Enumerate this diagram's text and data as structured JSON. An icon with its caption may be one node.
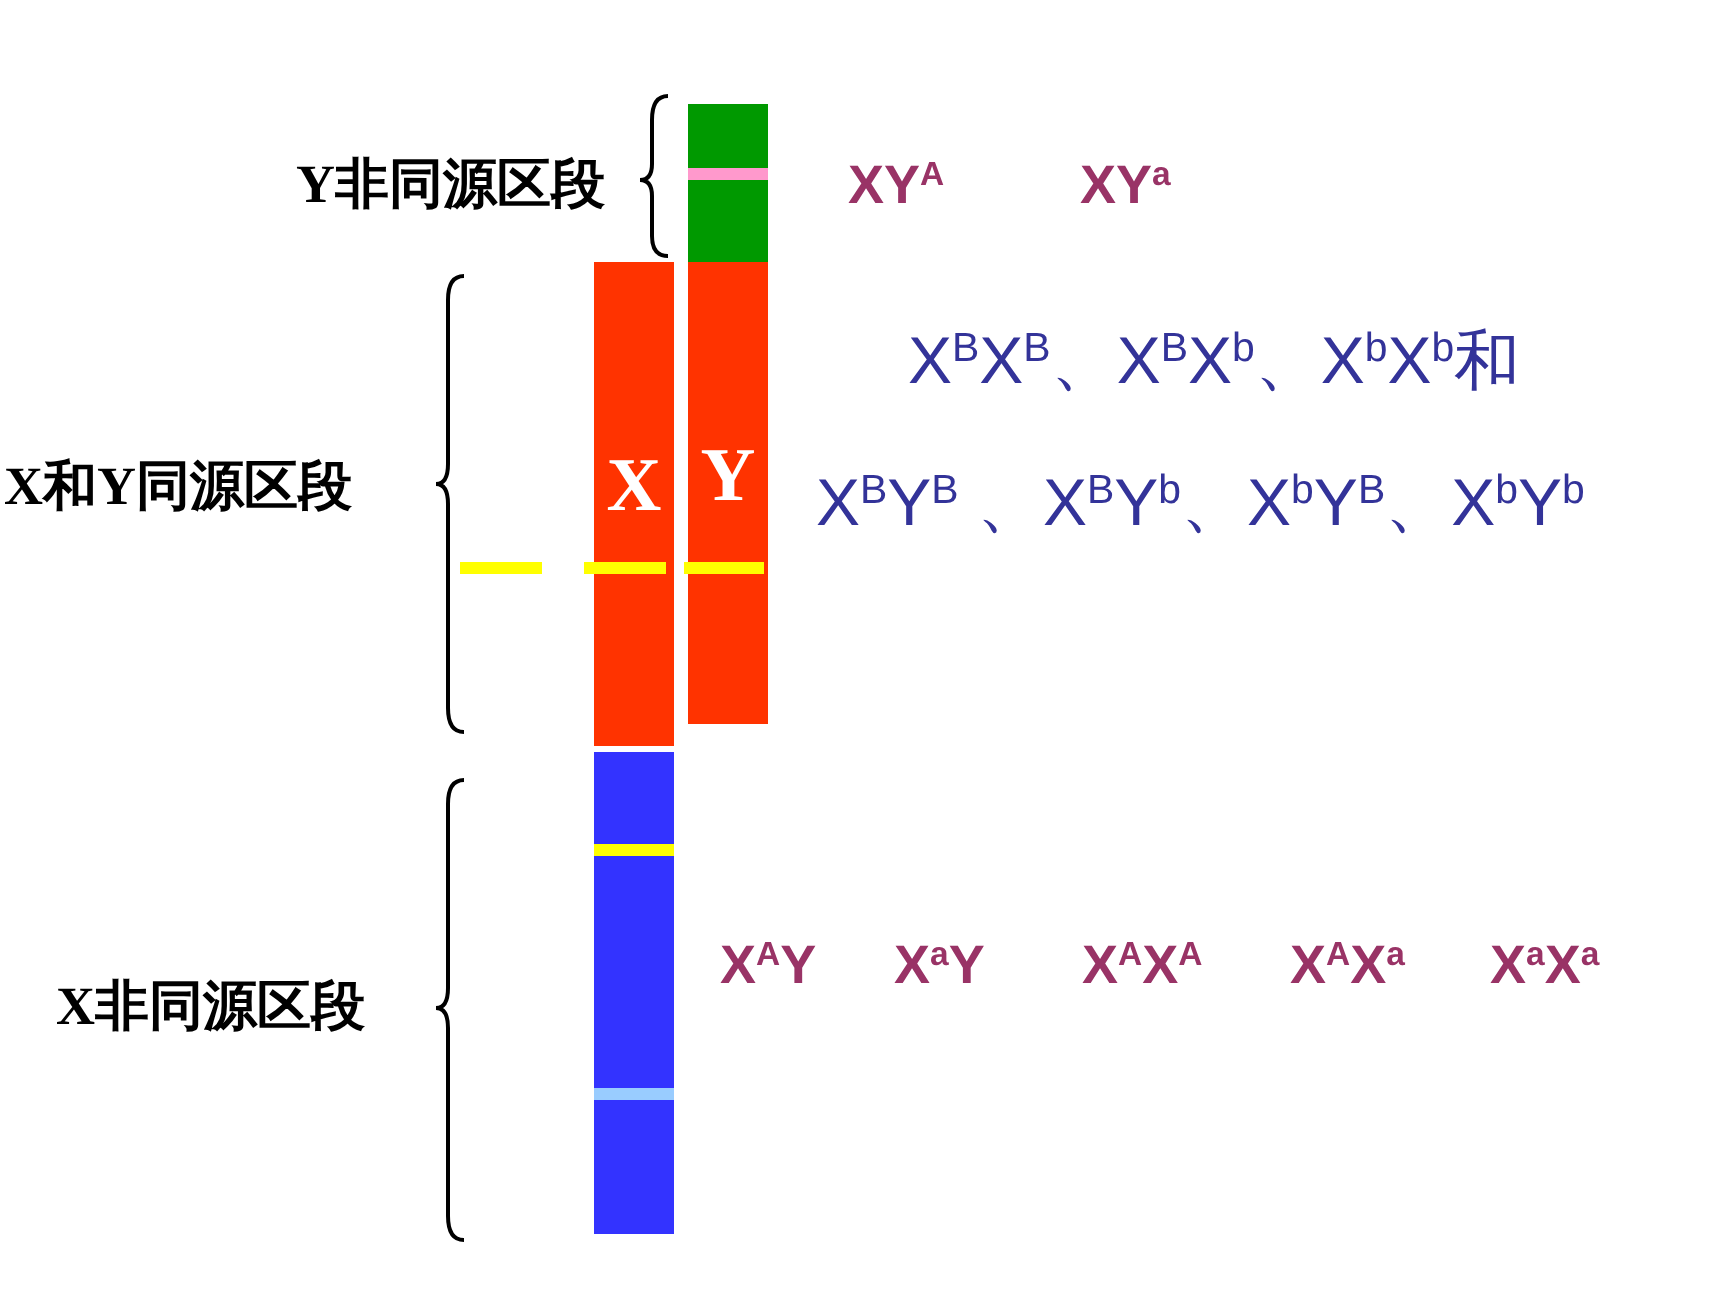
{
  "diagram": {
    "nodes": [
      {
        "text": [
          "X"
        ]
      },
      {
        "text": [
          "Y"
        ]
      }
    ],
    "labels": [
      "Y非同源区段",
      "XY$^{A}$",
      "XY$^{a}$",
      "X$^{B}$X$^{B}$、X$^{B}$X$^{b}$、X$^{b}$X$^{b}$和",
      "X和Y同源区段",
      "X$^{B}$Y$^{B}$ 、X$^{B}$Y$^{b}$、X$^{b}$Y$^{B}$、X$^{b}$Y$^{b}$",
      "X非同源区段",
      "X$^{A}$Y",
      "X$^{a}$Y",
      "X$^{A}$X$^{A}$",
      "X$^{A}$X$^{a}$",
      "X$^{a}$X$^{a}$"
    ]
  }
}
